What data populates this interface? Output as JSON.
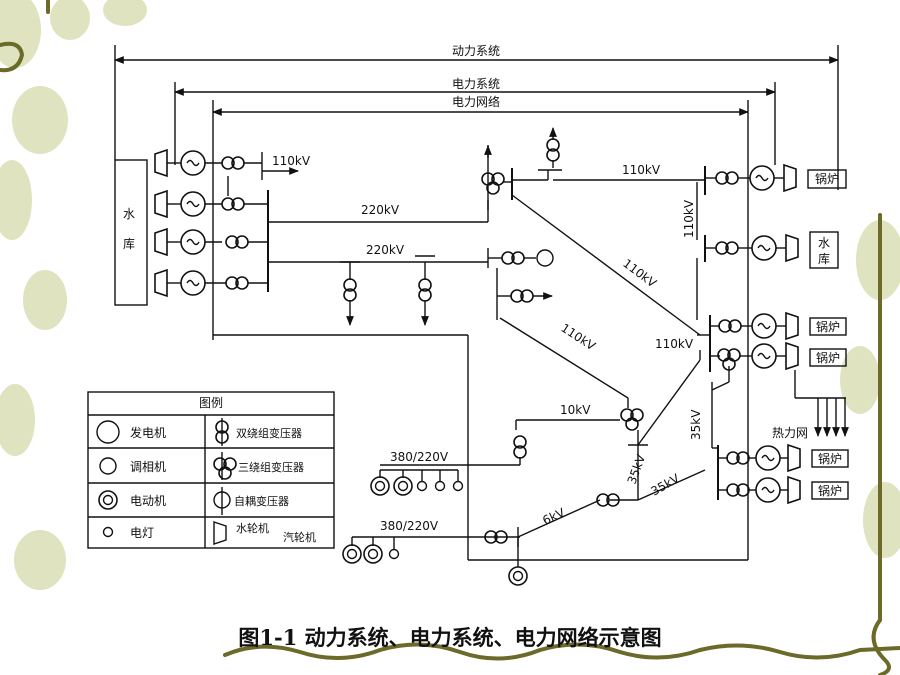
{
  "colors": {
    "ink": "#111111",
    "decor": "#dfe3bf",
    "decor_dark": "#6b6a28"
  },
  "labels": {
    "power_system": "动力系统",
    "electric_system": "电力系统",
    "electric_network": "电力网络",
    "reservoir_left": [
      "水",
      "库"
    ],
    "reservoir_right": [
      "水",
      "库"
    ],
    "boiler": "锅炉",
    "heat_network": "热力网",
    "v110_1": "110kV",
    "v110_2": "110kV",
    "v110_3": "110kV",
    "v110_4": "110kV",
    "v110_5": "110kV",
    "v110_6": "110kV",
    "v220_1": "220kV",
    "v220_2": "220kV",
    "v10": "10kV",
    "v35_1": "35kV",
    "v35_2": "35kV",
    "v35_3": "35kV",
    "v6": "6kV",
    "v380_1": "380/220V",
    "v380_2": "380/220V"
  },
  "legend": {
    "title": "图例",
    "items": [
      {
        "symbol": "generator-icon",
        "label": "发电机"
      },
      {
        "symbol": "synchronous-condenser-icon",
        "label": "调相机"
      },
      {
        "symbol": "motor-icon",
        "label": "电动机"
      },
      {
        "symbol": "lamp-icon",
        "label": "电灯"
      }
    ],
    "items_right": [
      {
        "symbol": "two-winding-transformer-icon",
        "label": "双绕组变压器"
      },
      {
        "symbol": "three-winding-transformer-icon",
        "label": "三绕组变压器"
      },
      {
        "symbol": "autotransformer-icon",
        "label": "自耦变压器"
      },
      {
        "symbol": "turbine-icon",
        "label": "水轮机",
        "label2": "汽轮机"
      }
    ]
  },
  "caption": "图1-1 动力系统、电力系统、电力网络示意图"
}
